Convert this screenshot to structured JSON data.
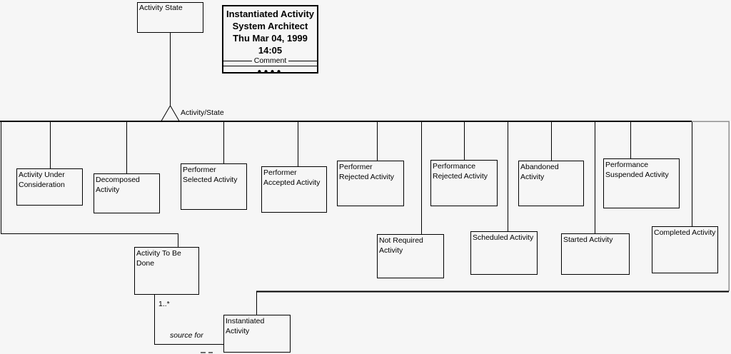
{
  "diagram": {
    "root": {
      "label": "Activity State"
    },
    "subtype_marker_label": "Activity/State",
    "title_block": {
      "lines": [
        "Instantiated Activity",
        "System Architect",
        "Thu Mar 04, 1999",
        "14:05"
      ],
      "comment_label": "Comment",
      "dots": "●●●●"
    },
    "nodes": [
      {
        "id": "activity-under-consideration",
        "label": "Activity Under\nConsideration"
      },
      {
        "id": "decomposed-activity",
        "label": "Decomposed\nActivity"
      },
      {
        "id": "performer-selected-activity",
        "label": "Performer\nSelected Activity"
      },
      {
        "id": "performer-accepted-activity",
        "label": "Performer\nAccepted Activity"
      },
      {
        "id": "performer-rejected-activity",
        "label": "Performer\nRejected Activity"
      },
      {
        "id": "performance-rejected-activity",
        "label": "Performance\nRejected Activity"
      },
      {
        "id": "abandoned-activity",
        "label": "Abandoned\nActivity"
      },
      {
        "id": "performance-suspended-activity",
        "label": "Performance\nSuspended Activity"
      },
      {
        "id": "not-required-activity",
        "label": "Not Required\nActivity"
      },
      {
        "id": "scheduled-activity",
        "label": "Scheduled Activity"
      },
      {
        "id": "started-activity",
        "label": "Started Activity"
      },
      {
        "id": "completed-activity",
        "label": "Completed Activity"
      },
      {
        "id": "activity-to-be-done",
        "label": "Activity To Be\nDone"
      },
      {
        "id": "instantiated-activity",
        "label": "Instantiated\nActivity"
      }
    ],
    "association": {
      "multiplicity": "1..*",
      "label": "source for"
    },
    "colors": {
      "background": "#f6f6f6",
      "line": "#000000",
      "faint_line": "#909090"
    }
  }
}
